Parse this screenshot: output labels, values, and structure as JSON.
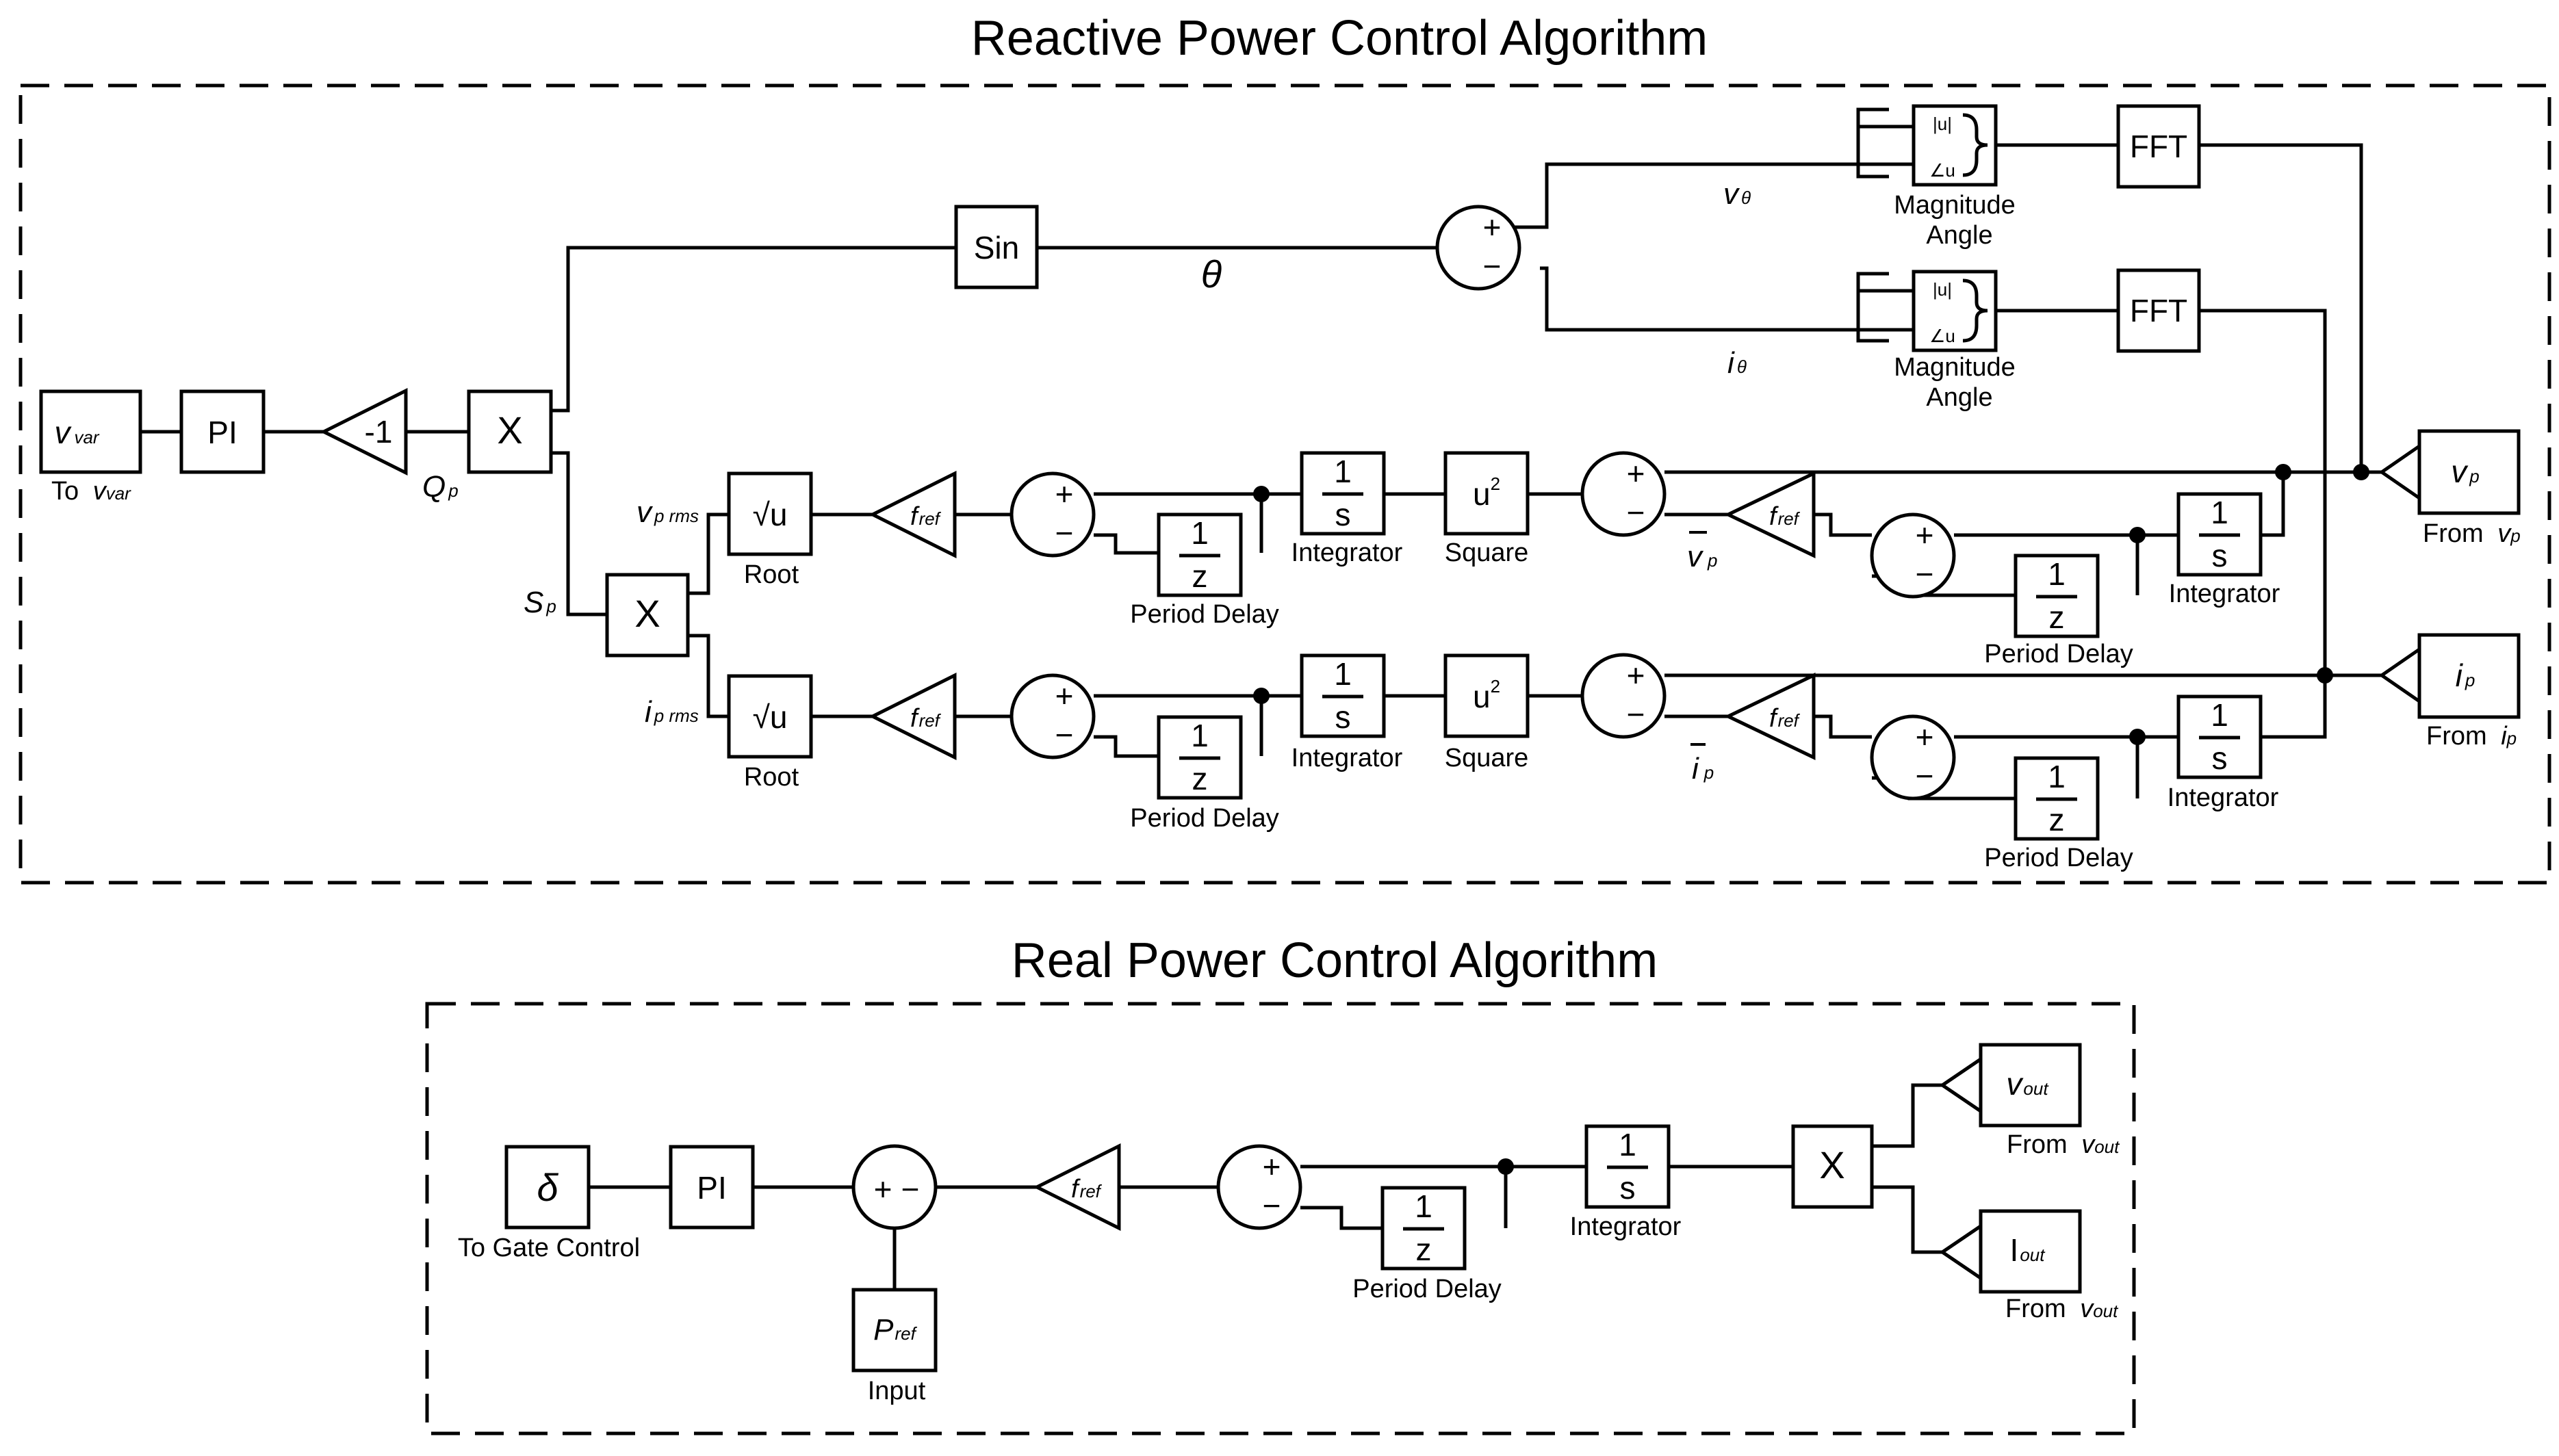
{
  "titles": {
    "reactive": "Reactive Power Control Algorithm",
    "real": "Real Power Control Algorithm"
  },
  "blocks": {
    "v_var": {
      "main": "v",
      "sub": "var"
    },
    "pi": "PI",
    "gain_neg1": "-1",
    "mult": "X",
    "sin": "Sin",
    "fft": "FFT",
    "sqrt_u": "√u",
    "f_ref": {
      "main": "f",
      "sub": "ref"
    },
    "one": "1",
    "s": "s",
    "z": "z",
    "u_sq": {
      "main": "u",
      "sup": "2"
    },
    "mag_u": "|u|",
    "ang_u": "∠u",
    "v_p": {
      "main": "v",
      "sub": "p"
    },
    "i_p": {
      "main": "i",
      "sub": "p"
    },
    "v_out": {
      "main": "v",
      "sub": "out"
    },
    "i_out": {
      "main": "I",
      "sub": "out"
    },
    "delta": "δ",
    "p_ref": {
      "main": "P",
      "sub": "ref"
    },
    "plus": "+",
    "minus": "−"
  },
  "labels": {
    "to_vvar": {
      "text": "To ",
      "main": "v",
      "sub": "var"
    },
    "q_p": {
      "main": "Q",
      "sub": "p"
    },
    "s_p": {
      "main": "S",
      "sub": "p"
    },
    "theta": "θ",
    "v_theta": {
      "main": "v",
      "sub": "θ"
    },
    "i_theta": {
      "main": "i",
      "sub": "θ"
    },
    "magnitude": "Magnitude",
    "angle": "Angle",
    "vprms": {
      "main": "v",
      "sub": "p rms"
    },
    "iprms": {
      "main": "i",
      "sub": "p rms"
    },
    "root": "Root",
    "period_delay": "Period Delay",
    "integrator": "Integrator",
    "square": "Square",
    "vbar_p": {
      "main": "v",
      "sub": "p"
    },
    "ibar_p": {
      "main": "i",
      "sub": "p"
    },
    "from_vp": {
      "text": "From ",
      "main": "v",
      "sub": "p"
    },
    "from_ip": {
      "text": "From ",
      "main": "i",
      "sub": "p"
    },
    "to_gate": "To Gate Control",
    "input": "Input",
    "from_vout": {
      "text": "From ",
      "main": "v",
      "sub": "out"
    },
    "from_vout_2": {
      "text": "From ",
      "main": "v",
      "sub": "out"
    }
  }
}
